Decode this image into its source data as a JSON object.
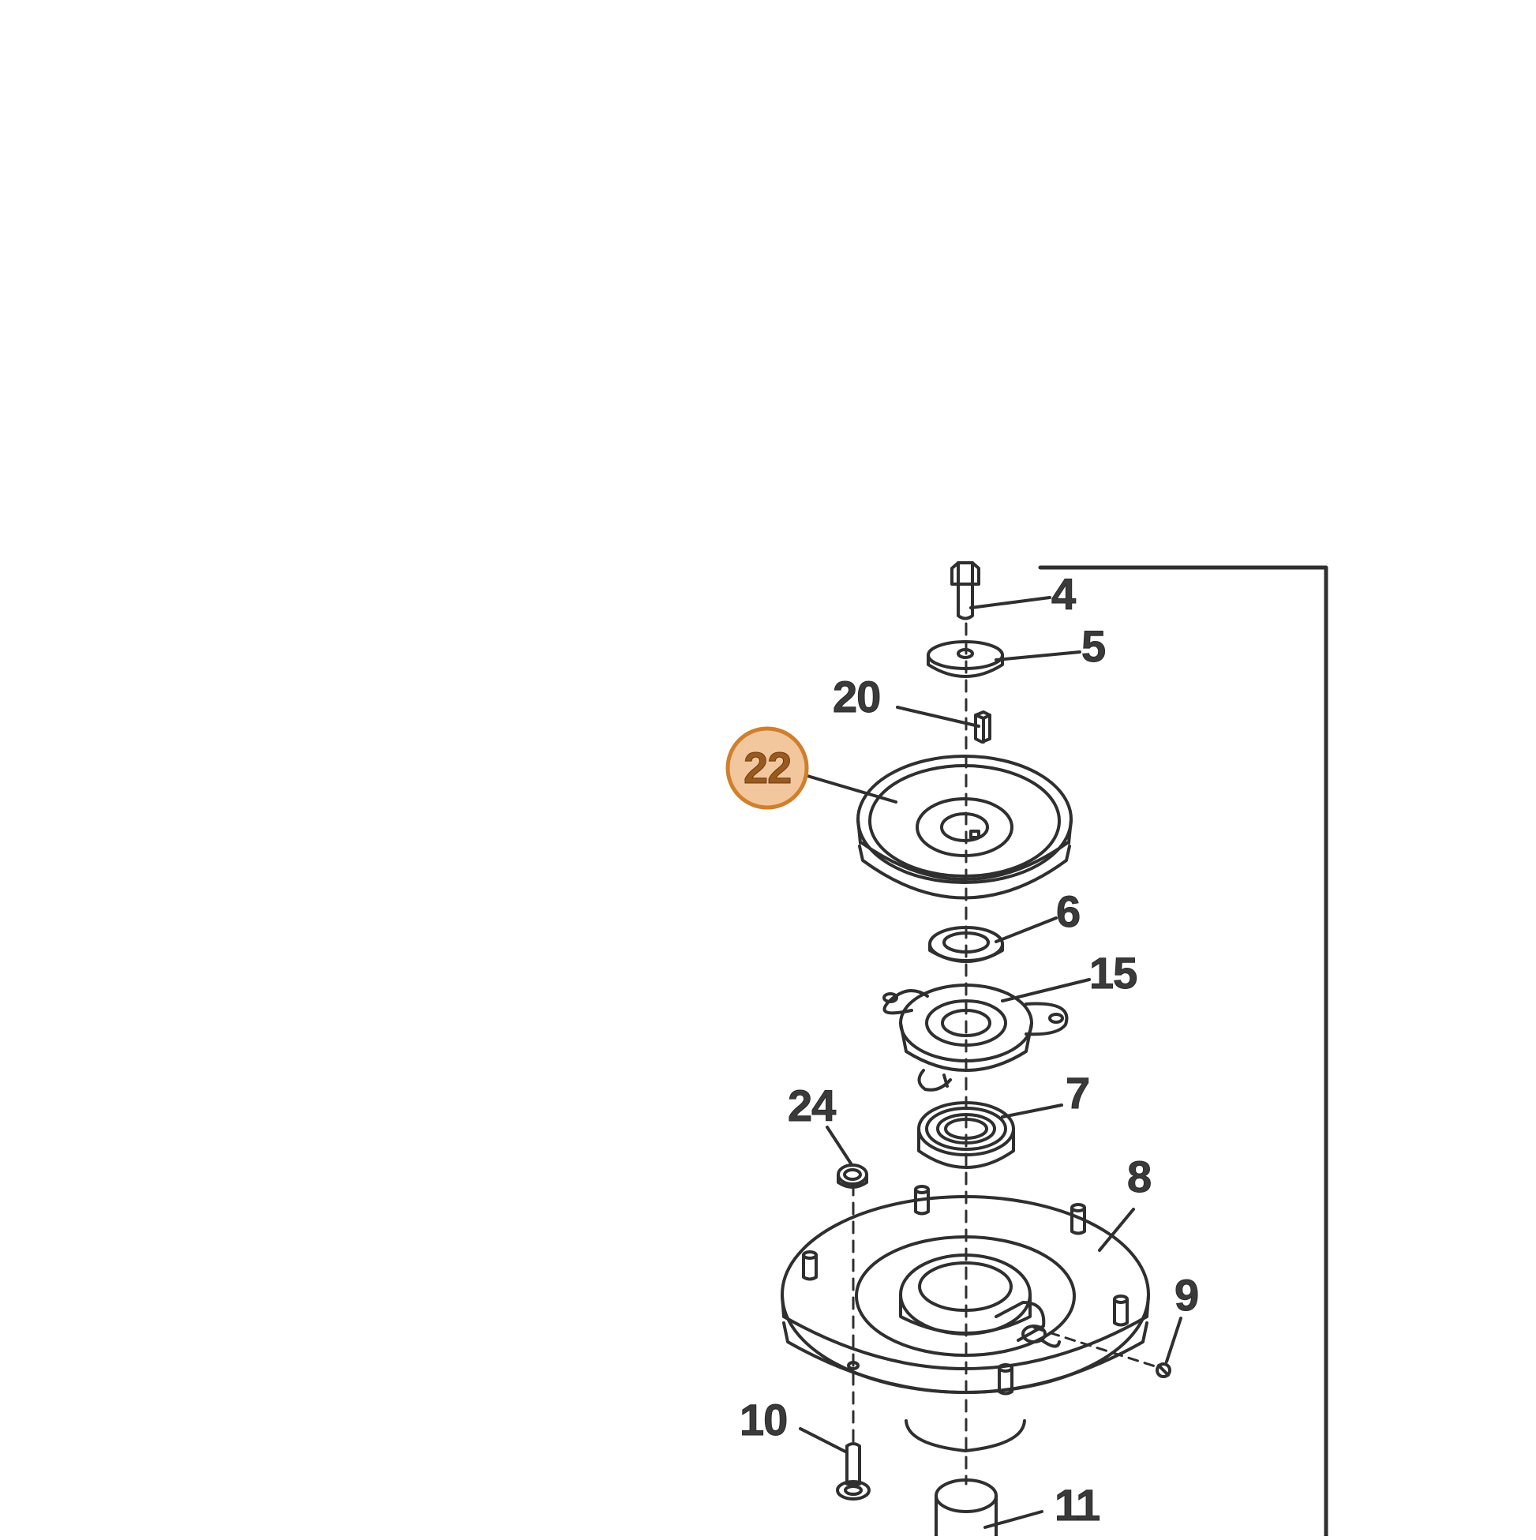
{
  "diagram": {
    "callouts": [
      {
        "id": "4",
        "label": "4"
      },
      {
        "id": "5",
        "label": "5"
      },
      {
        "id": "20",
        "label": "20"
      },
      {
        "id": "22",
        "label": "22",
        "highlighted": true
      },
      {
        "id": "6",
        "label": "6"
      },
      {
        "id": "15",
        "label": "15"
      },
      {
        "id": "24",
        "label": "24"
      },
      {
        "id": "7",
        "label": "7"
      },
      {
        "id": "8",
        "label": "8"
      },
      {
        "id": "9",
        "label": "9"
      },
      {
        "id": "10",
        "label": "10"
      },
      {
        "id": "11",
        "label": "11"
      }
    ],
    "colors": {
      "line": "#2f2f2f",
      "highlight_fill": "#f2c79d",
      "highlight_stroke": "#d07f2c",
      "background": "#ffffff"
    }
  }
}
